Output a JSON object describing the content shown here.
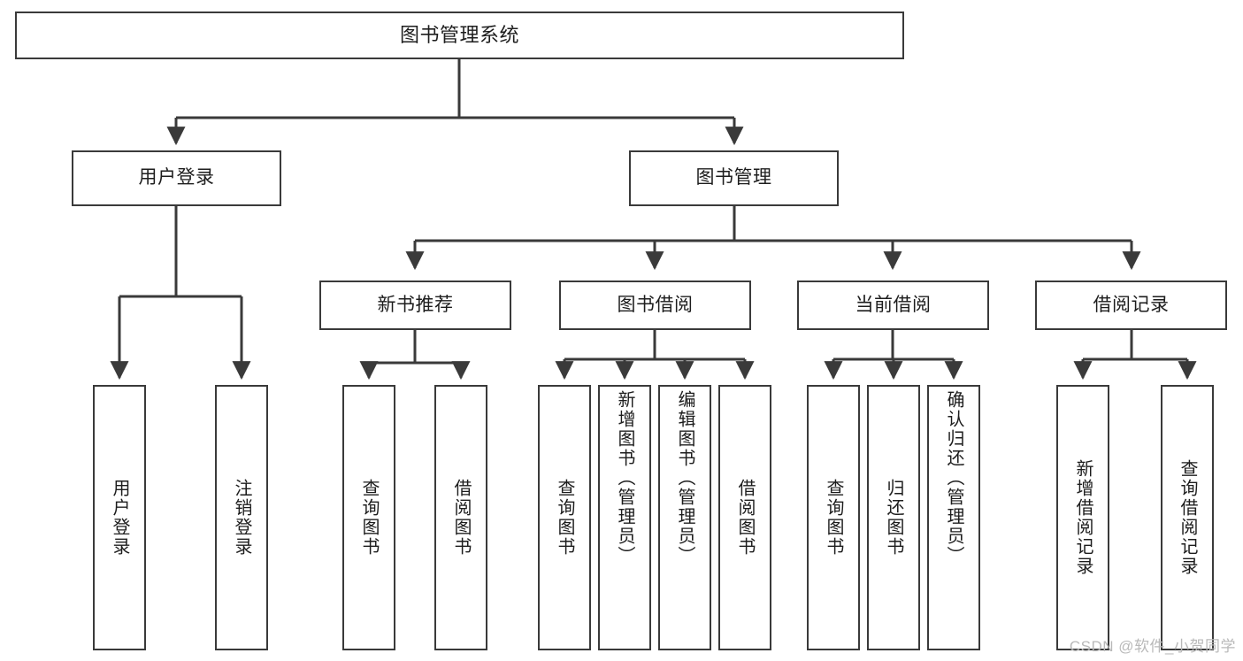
{
  "diagram": {
    "title": "图书管理系统",
    "watermark": "CSDN @软件_小贺同学",
    "line_color": "#3a3a3a",
    "box_fill": "#ffffff",
    "text_color": "#1d1d1d",
    "watermark_color": "#b9b9b9",
    "nodes": {
      "root": "图书管理系统",
      "level2": {
        "user_login": "用户登录",
        "book_manage": "图书管理"
      },
      "level3": {
        "new_book_rec": "新书推荐",
        "book_borrow": "图书借阅",
        "current_borrow": "当前借阅",
        "borrow_record": "借阅记录"
      },
      "leaves": {
        "user_login_1": "用户登录",
        "user_login_2": "注销登录",
        "new_book_rec_1": "查询图书",
        "new_book_rec_2": "借阅图书",
        "book_borrow_1": "查询图书",
        "book_borrow_2": "新增图书（管理员）",
        "book_borrow_3": "编辑图书（管理员）",
        "book_borrow_4": "借阅图书",
        "current_borrow_1": "查询图书",
        "current_borrow_2": "归还图书",
        "current_borrow_3": "确认归还（管理员）",
        "borrow_record_1": "新增借阅记录",
        "borrow_record_2": "查询借阅记录"
      }
    }
  }
}
